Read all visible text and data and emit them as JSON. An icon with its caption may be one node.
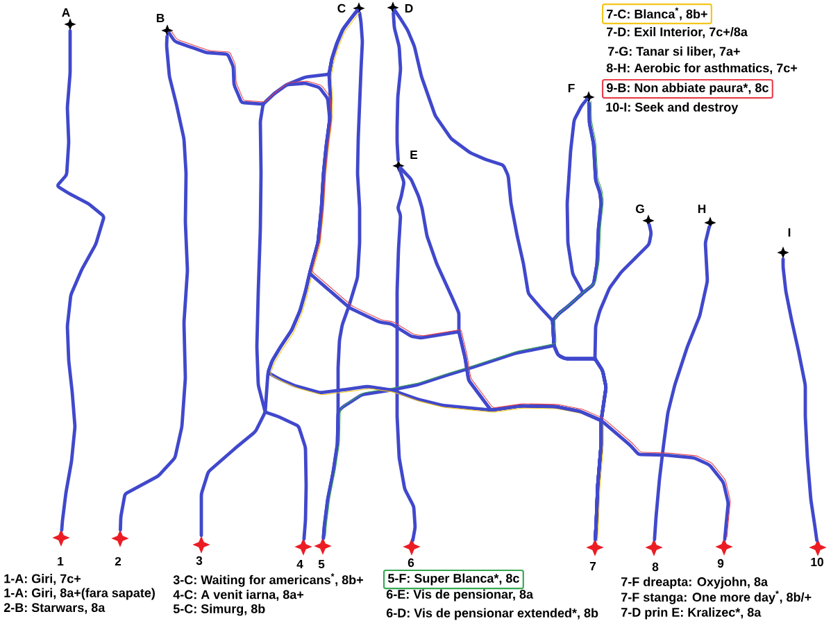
{
  "diagram": {
    "nodes": [
      {
        "text": [],
        "shape": "cross",
        "beside": [
          "A"
        ]
      },
      {
        "text": [],
        "shape": "cross",
        "beside": [
          "B"
        ]
      },
      {
        "text": [],
        "shape": "cross",
        "beside": [
          "C"
        ]
      },
      {
        "text": [],
        "shape": "cross",
        "beside": [
          "D"
        ]
      },
      {
        "text": [],
        "shape": "cross",
        "beside": [
          "E"
        ]
      },
      {
        "text": [],
        "shape": "cross",
        "beside": [
          "F"
        ]
      },
      {
        "text": [],
        "shape": "cross",
        "beside": [
          "G"
        ]
      },
      {
        "text": [],
        "shape": "cross",
        "beside": [
          "H"
        ]
      },
      {
        "text": [],
        "shape": "cross",
        "beside": [
          "I"
        ]
      },
      {
        "text": [],
        "shape": "star",
        "beside": [
          "1"
        ]
      },
      {
        "text": [],
        "shape": "star",
        "beside": [
          "2"
        ]
      },
      {
        "text": [],
        "shape": "star",
        "beside": [
          "3"
        ]
      },
      {
        "text": [],
        "shape": "star",
        "beside": [
          "4"
        ]
      },
      {
        "text": [],
        "shape": "star",
        "beside": [
          "5"
        ]
      },
      {
        "text": [],
        "shape": "star",
        "beside": [
          "6"
        ]
      },
      {
        "text": [],
        "shape": "star",
        "beside": [
          "7"
        ]
      },
      {
        "text": [],
        "shape": "star",
        "beside": [
          "8"
        ]
      },
      {
        "text": [],
        "shape": "star",
        "beside": [
          "9"
        ]
      },
      {
        "text": [],
        "shape": "star",
        "beside": [
          "10"
        ]
      }
    ],
    "edges": [
      {
        "from": 9,
        "to": 0,
        "arrow": "none"
      },
      {
        "from": 10,
        "to": 1,
        "arrow": "none"
      },
      {
        "from": 11,
        "to": 2,
        "arrow": "none"
      },
      {
        "from": 12,
        "to": 2,
        "arrow": "none"
      },
      {
        "from": 13,
        "to": 2,
        "arrow": "none"
      },
      {
        "from": 13,
        "to": 5,
        "arrow": "none",
        "color": "#36a852"
      },
      {
        "from": 14,
        "to": 4,
        "arrow": "none"
      },
      {
        "from": 4,
        "to": 3,
        "arrow": "none"
      },
      {
        "from": 15,
        "to": 2,
        "arrow": "none",
        "color": "#f5c518"
      },
      {
        "from": 15,
        "to": 3,
        "arrow": "none"
      },
      {
        "from": 15,
        "to": 6,
        "arrow": "none"
      },
      {
        "from": 16,
        "to": 7,
        "arrow": "none"
      },
      {
        "from": 17,
        "to": 1,
        "arrow": "none",
        "color": "#e8404a"
      },
      {
        "from": 18,
        "to": 8,
        "arrow": "none"
      },
      {
        "from": 15,
        "to": 5,
        "arrow": "none"
      },
      {
        "from": 15,
        "to": 5,
        "arrow": "none"
      },
      {
        "from": 15,
        "to": 4,
        "arrow": "none"
      }
    ],
    "labels": [
      "7-D: Exil Interior, 7c+/8a",
      "7-G: Tanar si liber, 7a+",
      "8-H: Aerobic for asthmatics, 7c+",
      "10-I: Seek and destroy",
      "1-A: Giri, 7c+",
      "1-A: Giri, 8a+(fara sapate)",
      "2-B: Starwars, 8a",
      "3-C: Waiting for americans$^{*}$, 8b+",
      "4-C: A venit iarna, 8a+",
      "5-C: Simurg, 8b",
      "6-E: Vis de pensionar, 8a",
      "6-D: Vis de pensionar extended*, 8b",
      "7-F dreapta: Oxyjohn, 8a",
      "7-F stanga: One more day$^{*}$, 8b/+",
      "7-D prin E: Kralizec*, 8a"
    ],
    "legend": [
      {
        "text": "7-C: Blanca$^{*}$, 8b+",
        "color": "#f5c518"
      },
      {
        "text": "9-B: Non abbiate paura*, 8c",
        "color": "#e8404a"
      },
      {
        "text": "5-F: Super Blanca*, 8c",
        "color": "#36a852"
      }
    ]
  }
}
